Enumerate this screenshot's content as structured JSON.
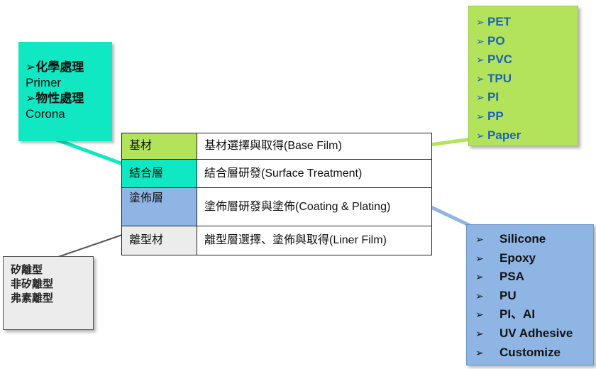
{
  "colors": {
    "cyan": "#10e8c4",
    "green": "#b3e35a",
    "blue": "#8fb5e4",
    "gray": "#ececec",
    "green_text": "#1d63b8"
  },
  "callouts": {
    "cyan": {
      "lines": [
        "➢化學處理",
        "Primer",
        "➢物性處理",
        "Corona"
      ]
    },
    "gray": {
      "lines": [
        "矽離型",
        "非矽離型",
        "弗素離型"
      ]
    },
    "green": {
      "items": [
        "PET",
        "PO",
        "PVC",
        "TPU",
        "PI",
        "PP",
        "Paper"
      ]
    },
    "blue": {
      "items": [
        "Silicone",
        "Epoxy",
        "PSA",
        "PU",
        "PI、AI",
        "UV Adhesive",
        "Customize"
      ]
    }
  },
  "table": {
    "rows": [
      {
        "name": "基材",
        "desc": "基材選擇與取得(Base Film)"
      },
      {
        "name": "結合層",
        "desc": "結合層研發(Surface Treatment)"
      },
      {
        "name": "塗佈層",
        "desc": "塗佈層研發與塗佈(Coating & Plating)"
      },
      {
        "name": "離型材",
        "desc": "離型層選擇、塗佈與取得(Liner Film)"
      }
    ]
  }
}
